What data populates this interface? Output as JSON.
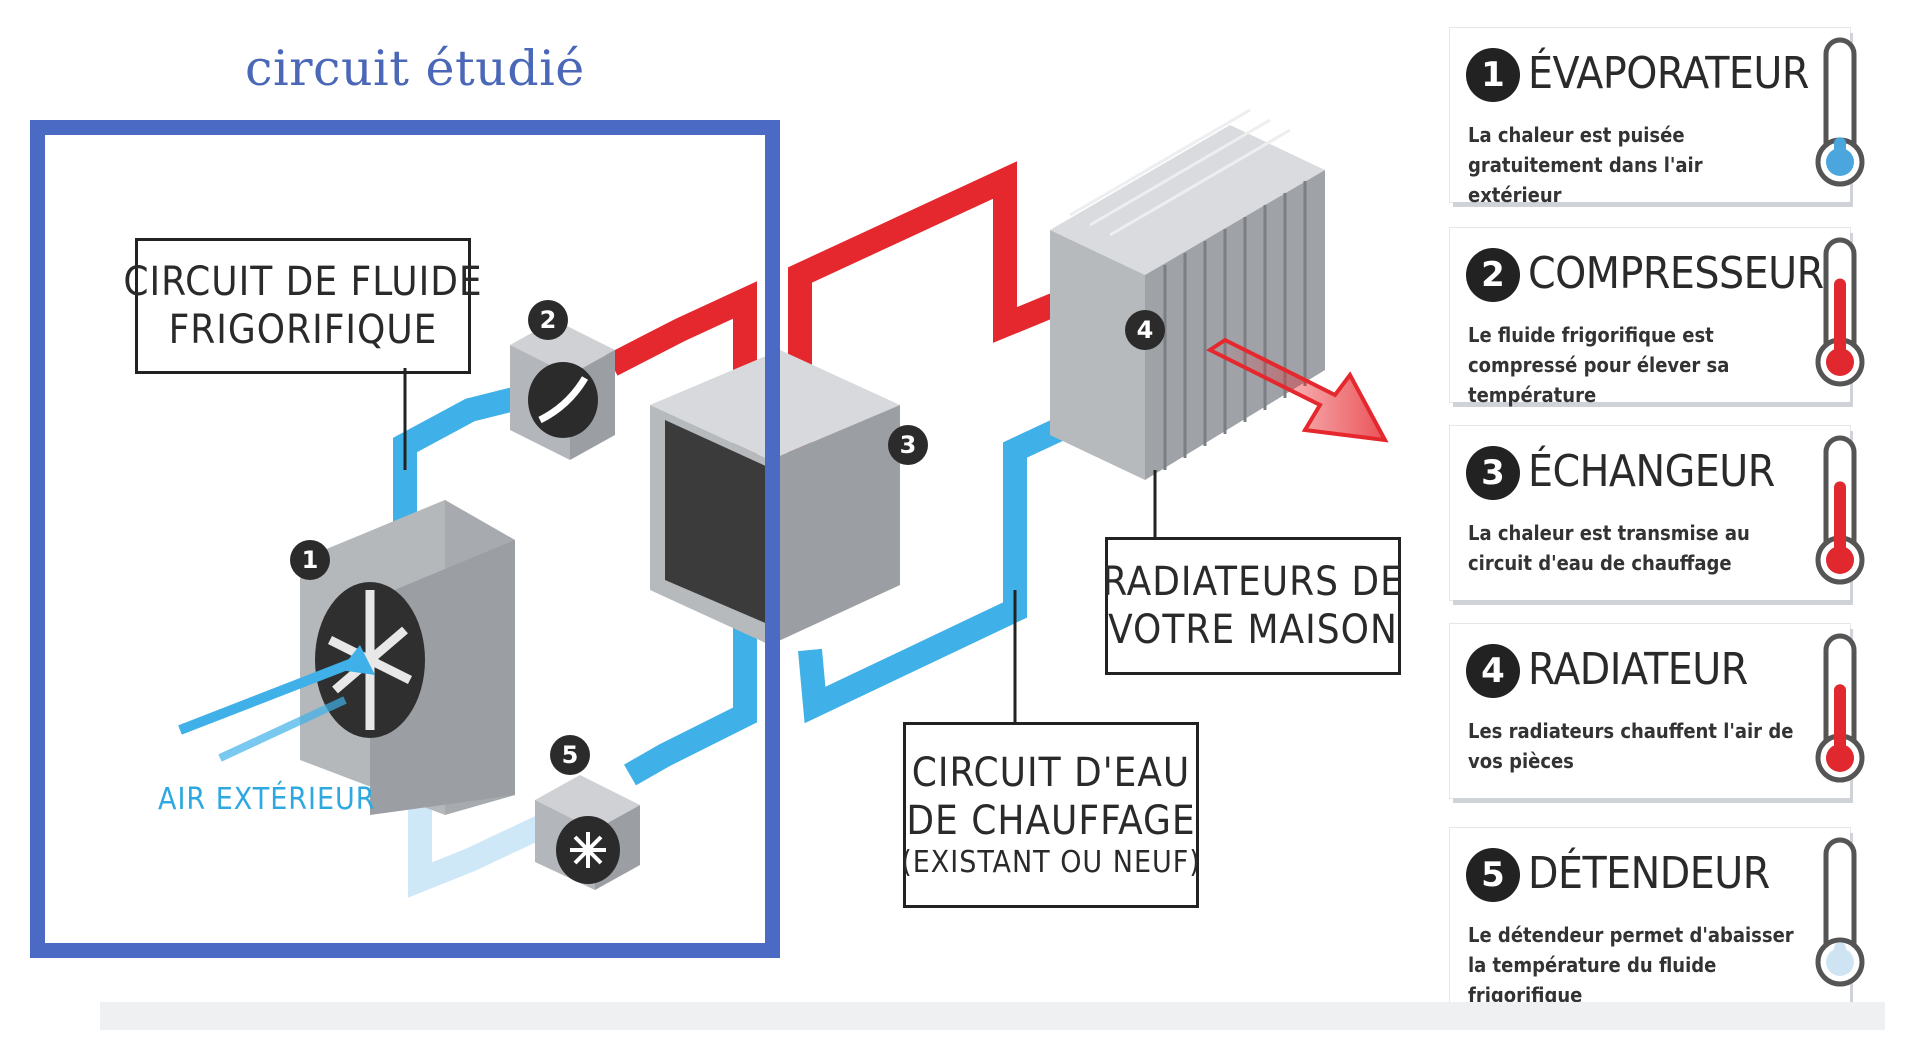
{
  "study": {
    "title": "circuit étudié"
  },
  "labels": {
    "fluid_line1": "CIRCUIT DE FLUIDE",
    "fluid_line2": "FRIGORIFIQUE",
    "radiators_line1": "RADIATEURS DE",
    "radiators_line2": "VOTRE MAISON",
    "water_line1": "CIRCUIT D'EAU",
    "water_line2": "DE CHAUFFAGE",
    "water_line3": "(EXISTANT OU NEUF)",
    "air": "AIR EXTÉRIEUR"
  },
  "badges": [
    "1",
    "2",
    "3",
    "4",
    "5"
  ],
  "cards": [
    {
      "num": "1",
      "title": "ÉVAPORATEUR",
      "desc": "La chaleur est puisée gratuitement dans l'air extérieur",
      "thermo_level": 0.15,
      "thermo_color": "#4aa6dd"
    },
    {
      "num": "2",
      "title": "COMPRESSEUR",
      "desc": "Le fluide frigorifique est compressé pour élever sa température",
      "thermo_level": 0.75,
      "thermo_color": "#e0282e"
    },
    {
      "num": "3",
      "title": "ÉCHANGEUR",
      "desc": "La chaleur est transmise au circuit d'eau de chauffage",
      "thermo_level": 0.7,
      "thermo_color": "#e0282e"
    },
    {
      "num": "4",
      "title": "RADIATEUR",
      "desc": "Les radiateurs chauffent l'air de vos pièces",
      "thermo_level": 0.65,
      "thermo_color": "#e0282e"
    },
    {
      "num": "5",
      "title": "DÉTENDEUR",
      "desc": "Le détendeur permet d'abaisser la température du fluide frigorifique",
      "thermo_level": 0.1,
      "thermo_color": "#cfe4f3"
    }
  ],
  "colors": {
    "hot": "#e5282e",
    "cold": "#3fb0e8",
    "pale": "#cfe8f8",
    "box_border": "#4b6ac3",
    "device": "#9b9ea3"
  }
}
